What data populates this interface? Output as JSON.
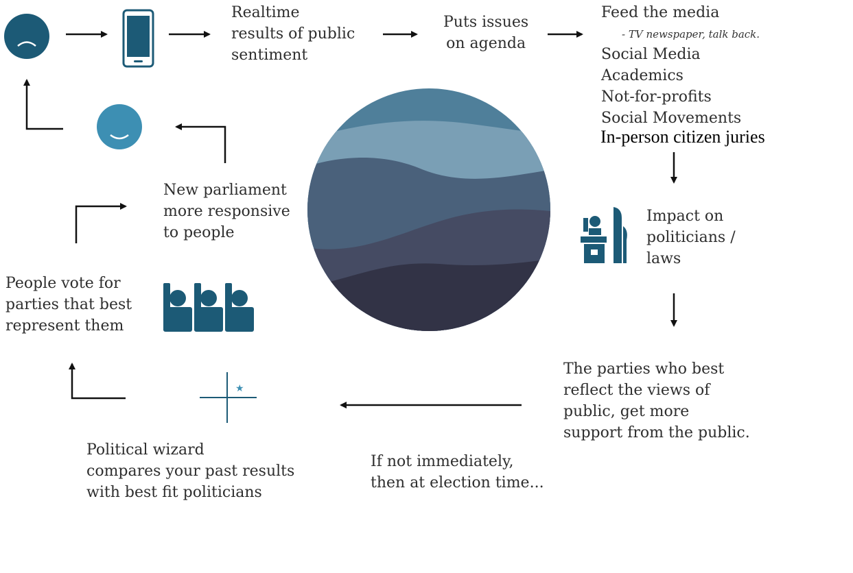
{
  "colors": {
    "primary_icon": "#1c5a76",
    "light_icon": "#3d8fb3",
    "arrow": "#111111",
    "text": "#2e2e2e",
    "circle_bands": [
      "#4f7f9a",
      "#7a9fb5",
      "#4a617b",
      "#454b63",
      "#323346"
    ]
  },
  "steps": {
    "realtime": [
      "Realtime",
      "results of public",
      "sentiment"
    ],
    "agenda": [
      "Puts issues",
      "on agenda"
    ],
    "media_title": "Feed the media",
    "media_note": "- TV newspaper, talk back.",
    "media_items": [
      "Social Media",
      "Academics",
      "Not-for-profits",
      "Social Movements"
    ],
    "juries": "In-person citizen juries",
    "impact": [
      "Impact on",
      "politicians /",
      "laws"
    ],
    "parties": [
      "The parties who best",
      "reflect the views of",
      "public, get more",
      "support from the public."
    ],
    "election": [
      "If not immediately,",
      "then at election time..."
    ],
    "wizard": [
      "Political wizard",
      "compares your past results",
      "with best fit politicians"
    ],
    "vote": [
      "People vote for",
      "parties that best",
      "represent them"
    ],
    "parliament": [
      "New parliament",
      "more responsive",
      "to people"
    ]
  },
  "icons": [
    "sad-face-icon",
    "smartphone-icon",
    "happy-face-icon",
    "politician-podium-icon",
    "parliament-seats-icon",
    "compass-star-icon"
  ]
}
